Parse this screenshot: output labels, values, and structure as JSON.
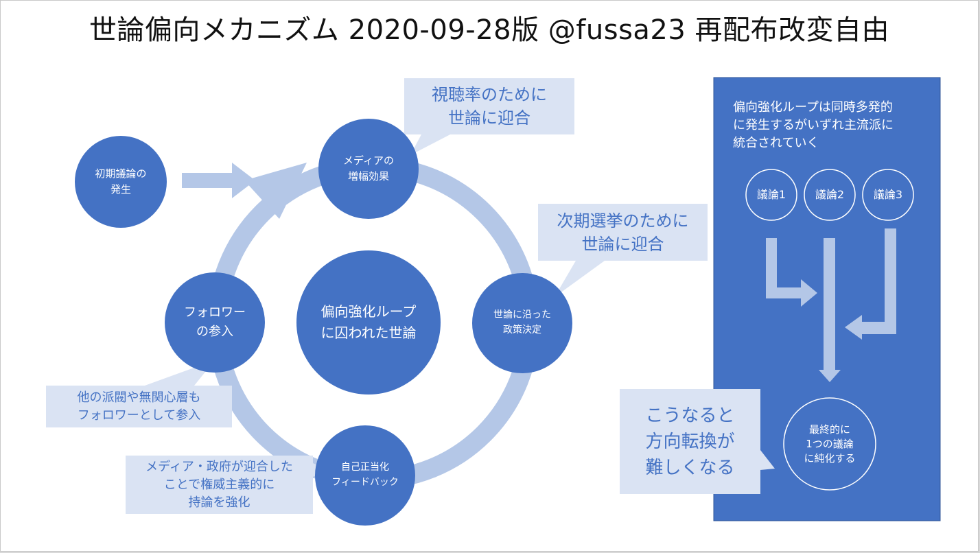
{
  "title": "世論偏向メカニズム 2020-09-28版 @fussa23 再配布改変自由",
  "colors": {
    "node": "#4472c4",
    "ring": "#b4c7e7",
    "callout": "#dae3f3",
    "panel": "#4472c4",
    "panel_border": "#2f5597"
  },
  "nodes": {
    "initial": [
      "初期議論の",
      "発生"
    ],
    "media": [
      "メディアの",
      "増幅効果"
    ],
    "policy": [
      "世論に沿った",
      "政策決定"
    ],
    "followers": [
      "フォロワー",
      "の参入"
    ],
    "center": [
      "偏向強化ループ",
      "に囚われた世論"
    ],
    "feedback": [
      "自己正当化",
      "フィードバック"
    ]
  },
  "callouts": {
    "ratings": [
      "視聴率のために",
      "世論に迎合"
    ],
    "election": [
      "次期選挙のために",
      "世論に迎合"
    ],
    "others": [
      "他の派閥や無関心層も",
      "フォロワーとして参入"
    ],
    "authority": [
      "メディア・政府が迎合した",
      "ことで権威主義的に",
      "持論を強化"
    ],
    "direction": [
      "こうなると",
      "方向転換が",
      "難しくなる"
    ]
  },
  "panel": {
    "text": [
      "偏向強化ループは同時多発的",
      "に発生するがいずれ主流派に",
      "統合されていく"
    ],
    "debates": [
      "議論1",
      "議論2",
      "議論3"
    ],
    "final": [
      "最終的に",
      "1つの議論",
      "に純化する"
    ]
  }
}
